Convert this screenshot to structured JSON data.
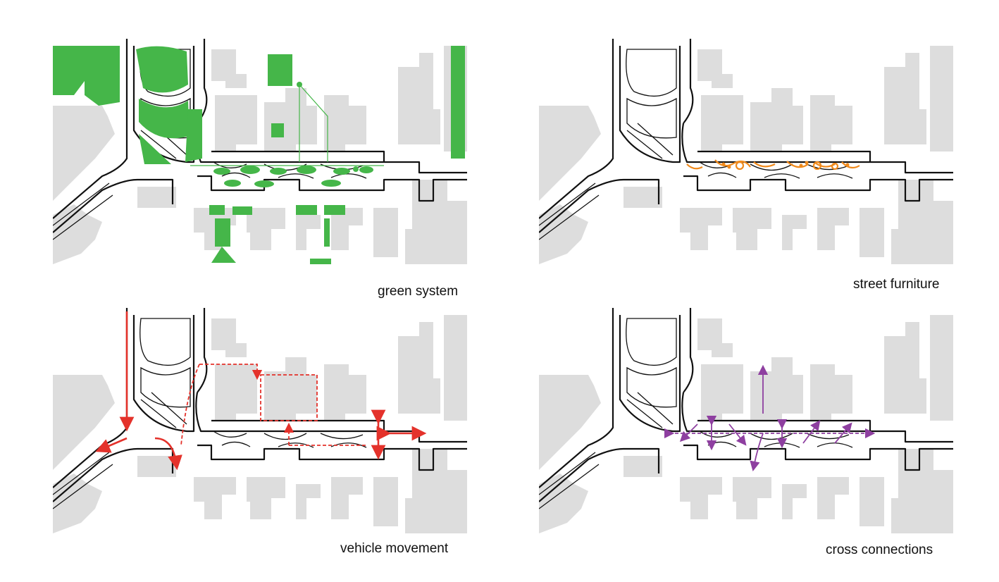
{
  "panels": {
    "green_system": {
      "caption": "green system",
      "accent": "#45b649"
    },
    "street_furniture": {
      "caption": "street furniture",
      "accent": "#f08a1c"
    },
    "vehicle_movement": {
      "caption": "vehicle movement",
      "accent": "#e4322b"
    },
    "cross_connections": {
      "caption": "cross connections",
      "accent": "#8e3fa0"
    }
  },
  "colors": {
    "building": "#dddddd",
    "linework": "#111111",
    "background": "#ffffff"
  }
}
